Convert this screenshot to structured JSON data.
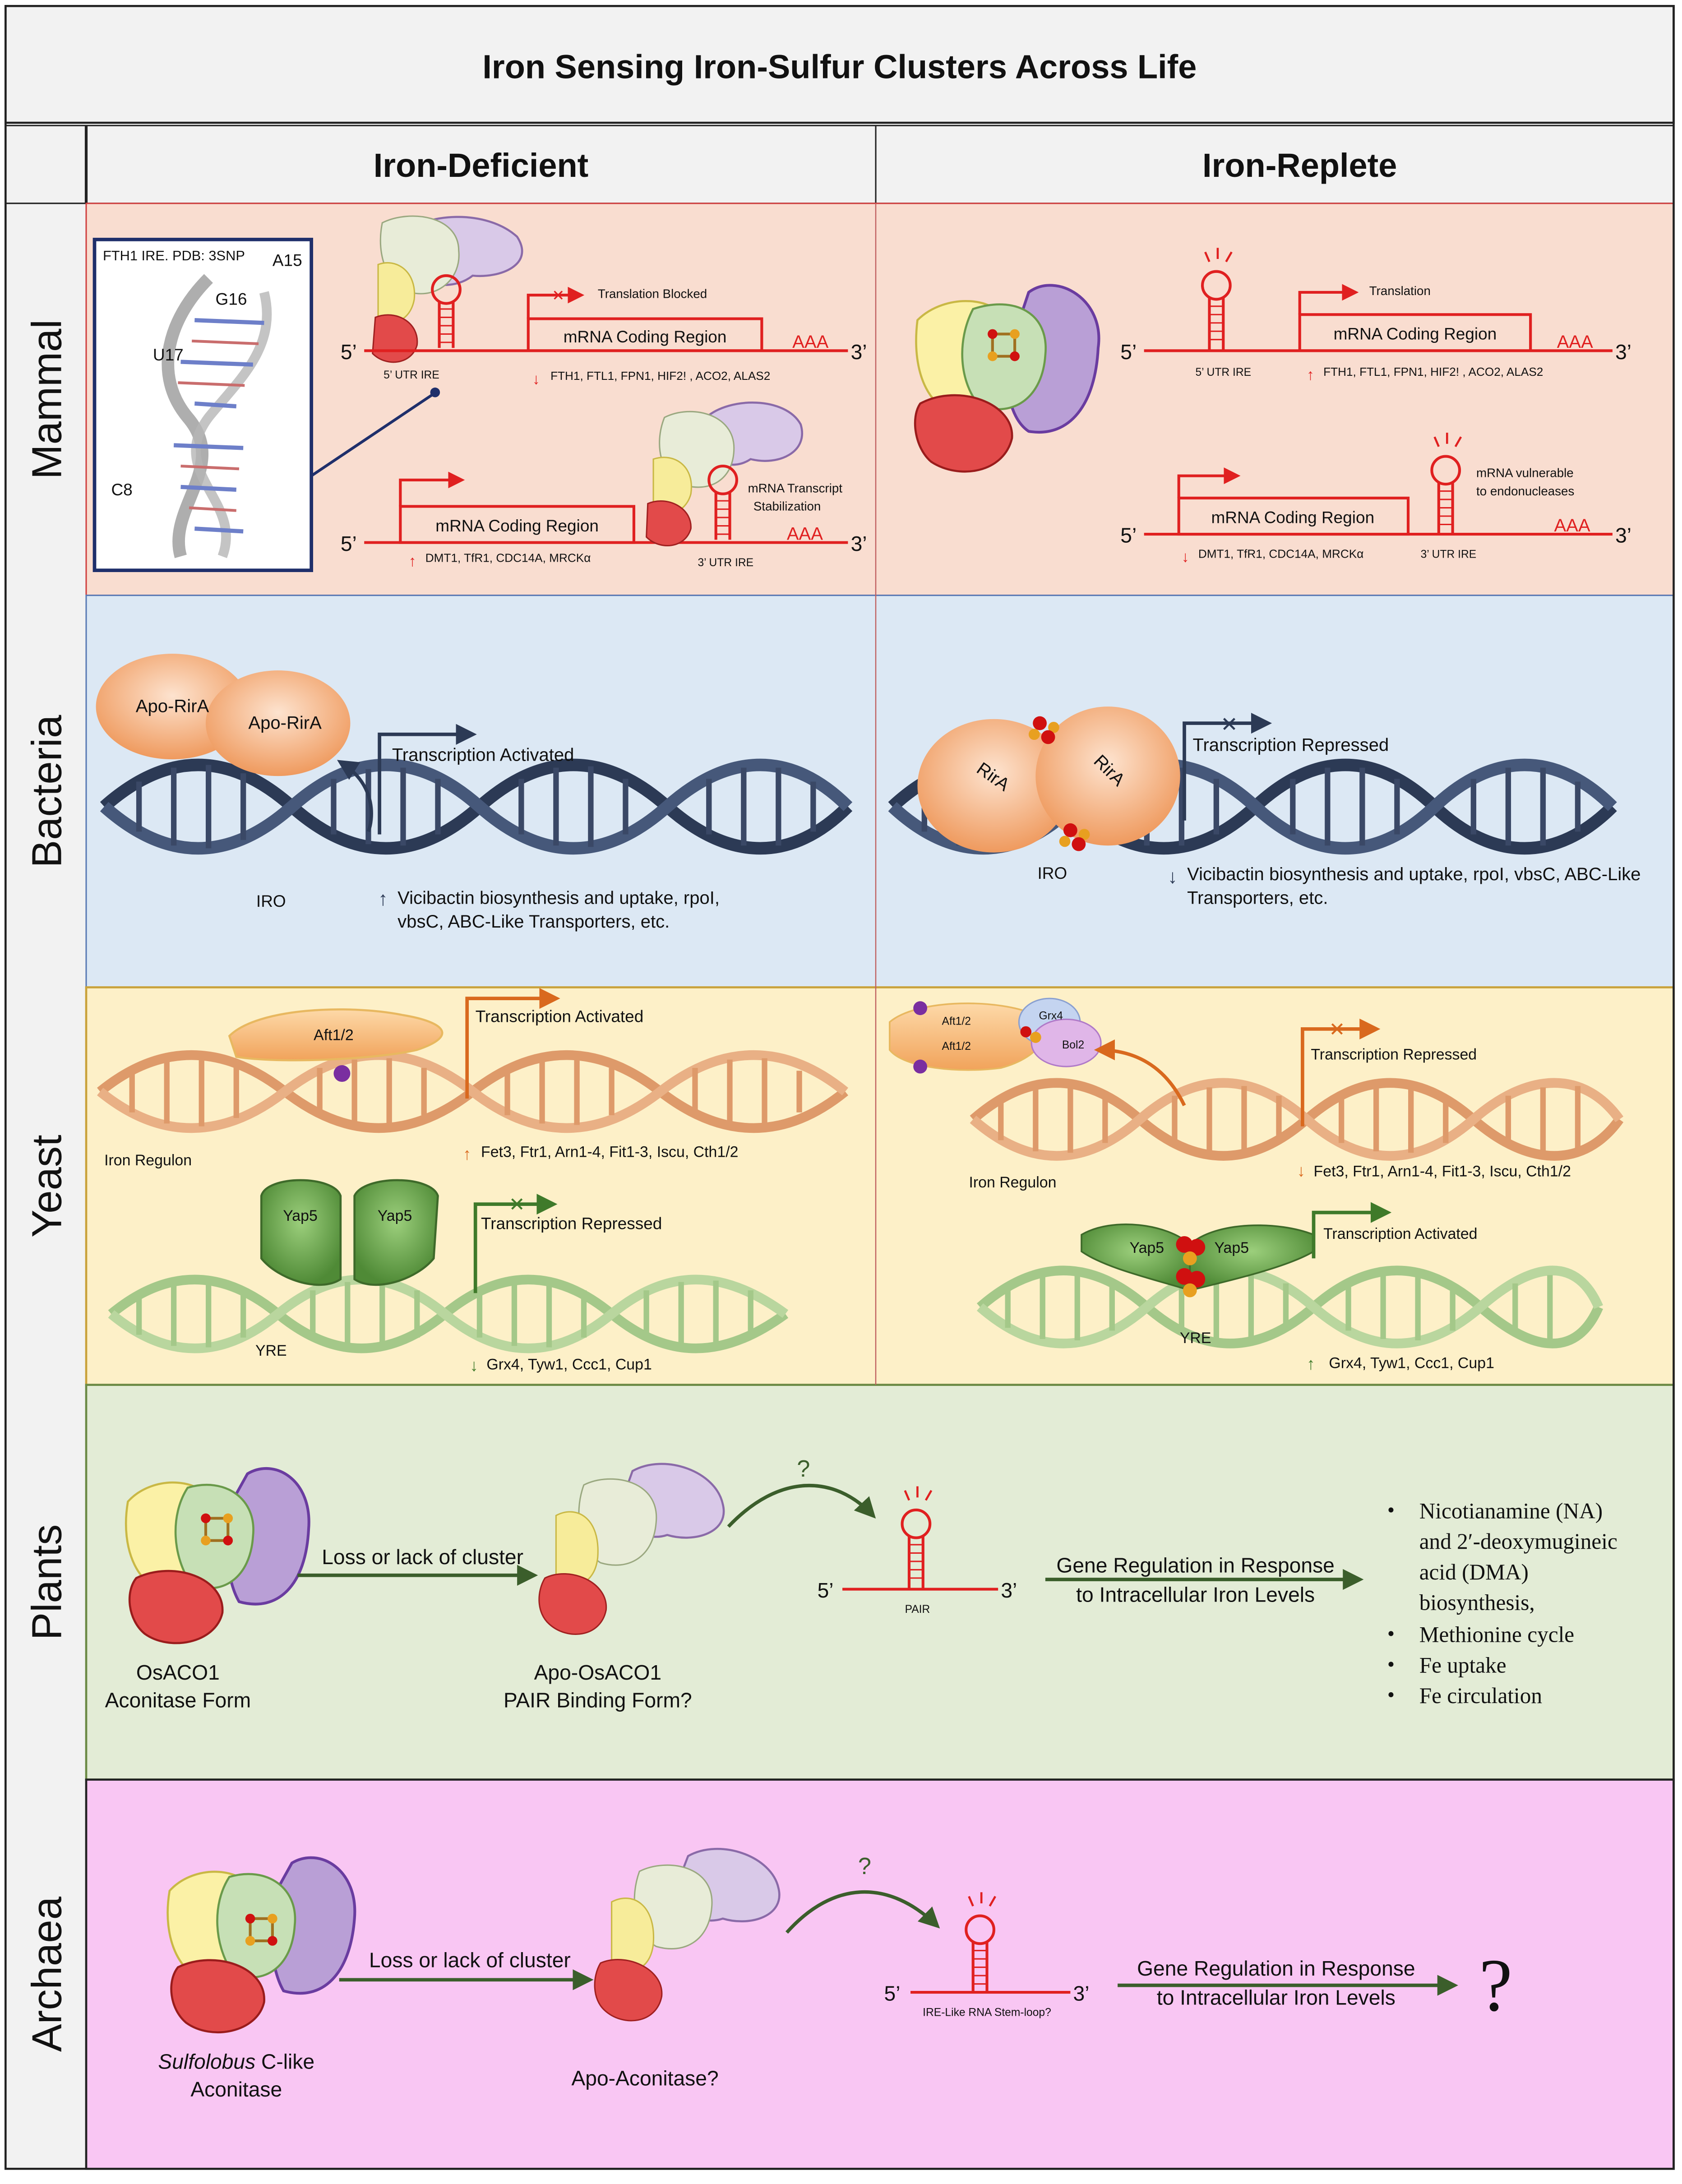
{
  "title": "Iron Sensing Iron-Sulfur Clusters Across Life",
  "columns": {
    "deficient": "Iron-Deficient",
    "replete": "Iron-Replete"
  },
  "rows": {
    "mammal": "Mammal",
    "bacteria": "Bacteria",
    "yeast": "Yeast",
    "plants": "Plants",
    "archaea": "Archaea"
  },
  "colors": {
    "mammal_bg": "#f9ddd0",
    "bacteria_bg": "#dce8f4",
    "yeast_bg": "#fdf0c8",
    "plants_bg": "#e3ecd6",
    "archaea_bg": "#f9c6f3",
    "header_bg": "#f2f2f2",
    "mrna_red": "#e02020",
    "bacteria_dna": "#2c3a55",
    "yeast_dna": "#d98c5a",
    "yre_dna": "#8fbf7a",
    "arrow_green": "#3b5e2b"
  },
  "mammal": {
    "inset_title": "FTH1 IRE. PDB: 3SNP",
    "inset_labels": [
      "A15",
      "G16",
      "U17",
      "C8"
    ],
    "five_prime": "5’",
    "three_prime": "3’",
    "poly_a": "AAA",
    "coding_region": "mRNA Coding Region",
    "utr5": "5’ UTR IRE",
    "utr3": "3’ UTR IRE",
    "translation_blocked": "Translation Blocked",
    "translation": "Translation",
    "stabilization": [
      "mRNA Transcript",
      "Stabilization"
    ],
    "vulnerable": [
      "mRNA vulnerable",
      "to endonucleases"
    ],
    "genes_5": "FTH1, FTL1, FPN1, HIF2!  , ACO2, ALAS2",
    "genes_3": "DMT1, TfR1, CDC14A, MRCKα"
  },
  "bacteria": {
    "apo_rira": "Apo-RirA",
    "rira": "RirA",
    "iro": "IRO",
    "activated": "Transcription Activated",
    "repressed": "Transcription Repressed",
    "genes": [
      "Vicibactin biosynthesis and uptake, rpoI,",
      "vbsC, ABC-Like Transporters, etc."
    ],
    "genes_r": [
      "Vicibactin biosynthesis and uptake, rpoI, vbsC, ABC-Like",
      "Transporters, etc."
    ]
  },
  "yeast": {
    "aft": "Aft1/2",
    "yap5": "Yap5",
    "grx4": "Grx4",
    "bol2": "Bol2",
    "iron_regulon": "Iron Regulon",
    "yre": "YRE",
    "activated": "Transcription Activated",
    "repressed": "Transcription Repressed",
    "genes_iron": "Fet3, Ftr1, Arn1-4, Fit1-3, Iscu, Cth1/2",
    "genes_yre": "Grx4, Tyw1, Ccc1, Cup1"
  },
  "plants": {
    "enzyme": [
      "OsACO1",
      "Aconitase Form"
    ],
    "loss": "Loss or lack of cluster",
    "apo": [
      "Apo-OsACO1",
      "PAIR Binding Form?"
    ],
    "question": "?",
    "pair": "PAIR",
    "gene_reg": [
      "Gene Regulation in Response",
      "to Intracellular Iron Levels"
    ],
    "bullets": [
      "Nicotianamine (NA)",
      "and 2′-deoxymugineic",
      "acid (DMA)",
      "biosynthesis,",
      "Methionine cycle",
      "Fe uptake",
      "Fe circulation"
    ]
  },
  "archaea": {
    "enzyme_italic": "Sulfolobus",
    "enzyme_rest": " C-like",
    "enzyme_line2": "Aconitase",
    "loss": "Loss or lack of cluster",
    "apo": "Apo-Aconitase?",
    "question": "?",
    "stem": "IRE-Like RNA Stem-loop?",
    "gene_reg": [
      "Gene Regulation in Response",
      "to Intracellular Iron Levels"
    ],
    "big_q": "?"
  }
}
